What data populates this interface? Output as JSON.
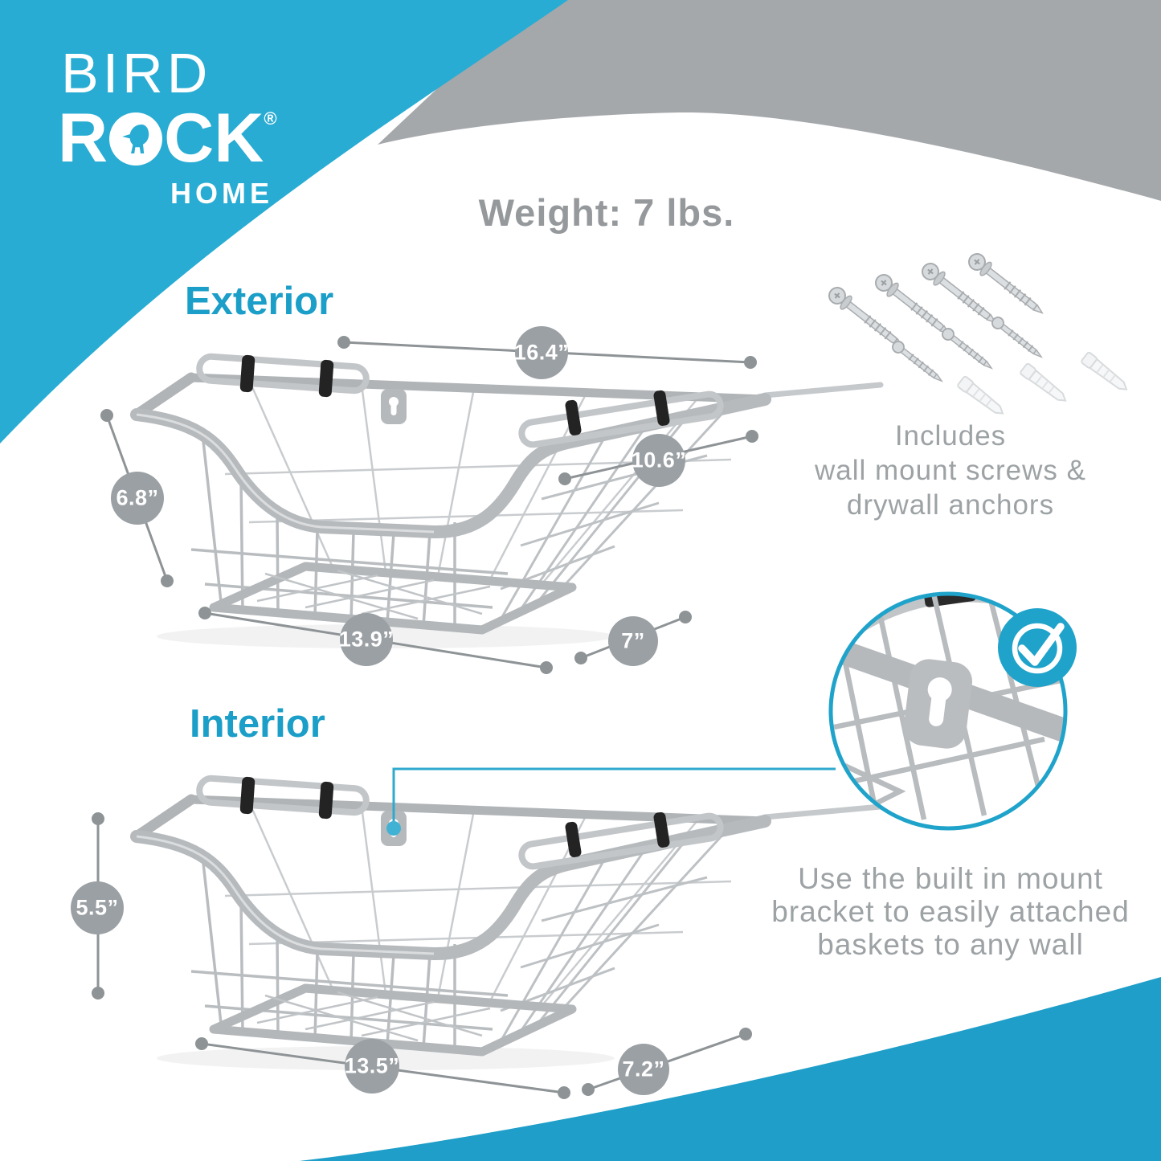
{
  "brand": {
    "word1": "BIRD",
    "word2_prefix": "R",
    "word2_suffix": "CK",
    "registered": "®",
    "word3": "HOME"
  },
  "weight": {
    "label": "Weight: 7 lbs."
  },
  "sections": {
    "exterior": {
      "title": "Exterior"
    },
    "interior": {
      "title": "Interior"
    }
  },
  "dimensions": {
    "exterior_top_width": "16.4”",
    "exterior_opening_depth": "10.6”",
    "exterior_height": "6.8”",
    "exterior_bottom_width": "13.9”",
    "exterior_bottom_depth": "7”",
    "interior_height": "5.5”",
    "interior_bottom_width": "13.5”",
    "interior_bottom_depth": "7.2”"
  },
  "notes": {
    "includes": [
      "Includes",
      "wall mount screws &",
      "drywall anchors"
    ],
    "mount": [
      "Use the built in mount",
      "bracket to easily attached",
      "baskets to any wall"
    ]
  },
  "icons": {
    "check": "checkmark-icon",
    "bird": "bird-icon",
    "keyhole": "keyhole-bracket-icon"
  },
  "colors": {
    "brand_blue": "#29ACD3",
    "bottom_blue": "#1E9EC8",
    "accent_teal": "#1FA3CA",
    "heading_blue": "#1B9EC8",
    "gray_shape": "#A5A8AB",
    "gray_text": "#9DA2A5",
    "dimension_circle": "#9BA0A4",
    "leader_line": "#8E9396",
    "basket_silver": "#B6BABD"
  }
}
